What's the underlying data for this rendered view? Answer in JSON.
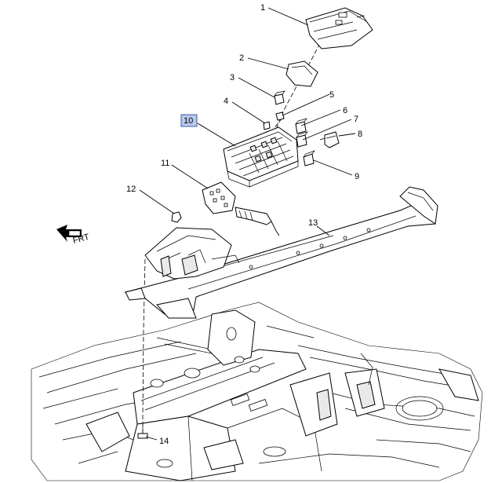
{
  "callouts": {
    "c1": "1",
    "c2": "2",
    "c3": "3",
    "c4": "4",
    "c5": "5",
    "c6": "6",
    "c7": "7",
    "c8": "8",
    "c9": "9",
    "c10": "10",
    "c11": "11",
    "c12": "12",
    "c13": "13",
    "c14": "14"
  },
  "front_arrow": {
    "label": "FRT",
    "icon": "front-direction-arrow-icon"
  },
  "colors": {
    "highlight_box": "#b9c9ec",
    "highlight_border": "#3c5aa8",
    "line": "#000000",
    "fill": "#ffffff"
  }
}
